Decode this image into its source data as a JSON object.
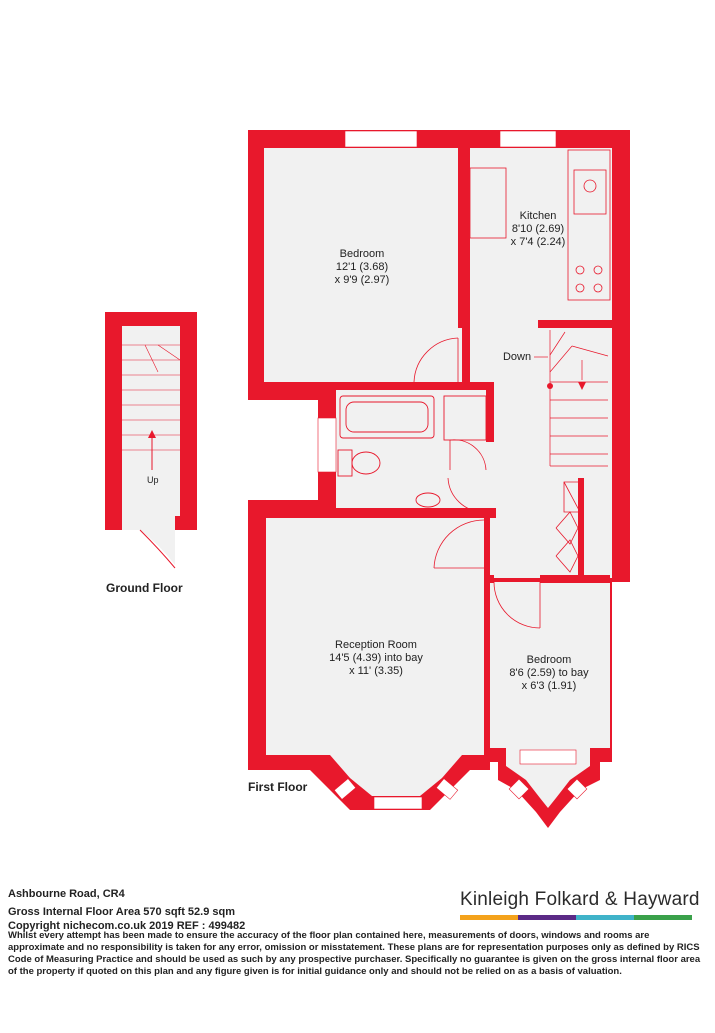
{
  "rooms": {
    "bedroom1": {
      "name": "Bedroom",
      "dim1": "12'1 (3.68)",
      "dim2": "x 9'9 (2.97)"
    },
    "kitchen": {
      "name": "Kitchen",
      "dim1": "8'10 (2.69)",
      "dim2": "x 7'4 (2.24)"
    },
    "reception": {
      "name": "Reception Room",
      "dim1": "14'5 (4.39) into bay",
      "dim2": "x 11' (3.35)"
    },
    "bedroom2": {
      "name": "Bedroom",
      "dim1": "8'6 (2.59) to bay",
      "dim2": "x 6'3 (1.91)"
    }
  },
  "stairs": {
    "up": "Up",
    "down": "Down"
  },
  "floors": {
    "ground": "Ground Floor",
    "first": "First Floor"
  },
  "footer": {
    "address": "Ashbourne Road, CR4",
    "area": "Gross Internal Floor Area 570 sqft 52.9 sqm",
    "copyright": "Copyright nichecom.co.uk 2019 REF : 499482",
    "disclaimer": "Whilst every attempt has been made to ensure the accuracy of the floor plan contained here, measurements of doors, windows and rooms are approximate and no responsibility is taken for any error, omission or misstatement.  These plans are for representation purposes only as defined by RICS Code of Measuring Practice and should be used as such by any prospective purchaser.  Specifically no guarantee is given on the gross internal floor area of the property if quoted on this plan and any figure given is for initial guidance only and should not be relied on as a basis of valuation."
  },
  "brand": {
    "name": "Kinleigh Folkard & Hayward",
    "bar_colors": [
      "#f4a21b",
      "#5b2a86",
      "#3fb3c9",
      "#3aa14a"
    ]
  },
  "colors": {
    "wall": "#e8182c",
    "floor": "#f1f1f1",
    "fixture": "#e8182c"
  }
}
